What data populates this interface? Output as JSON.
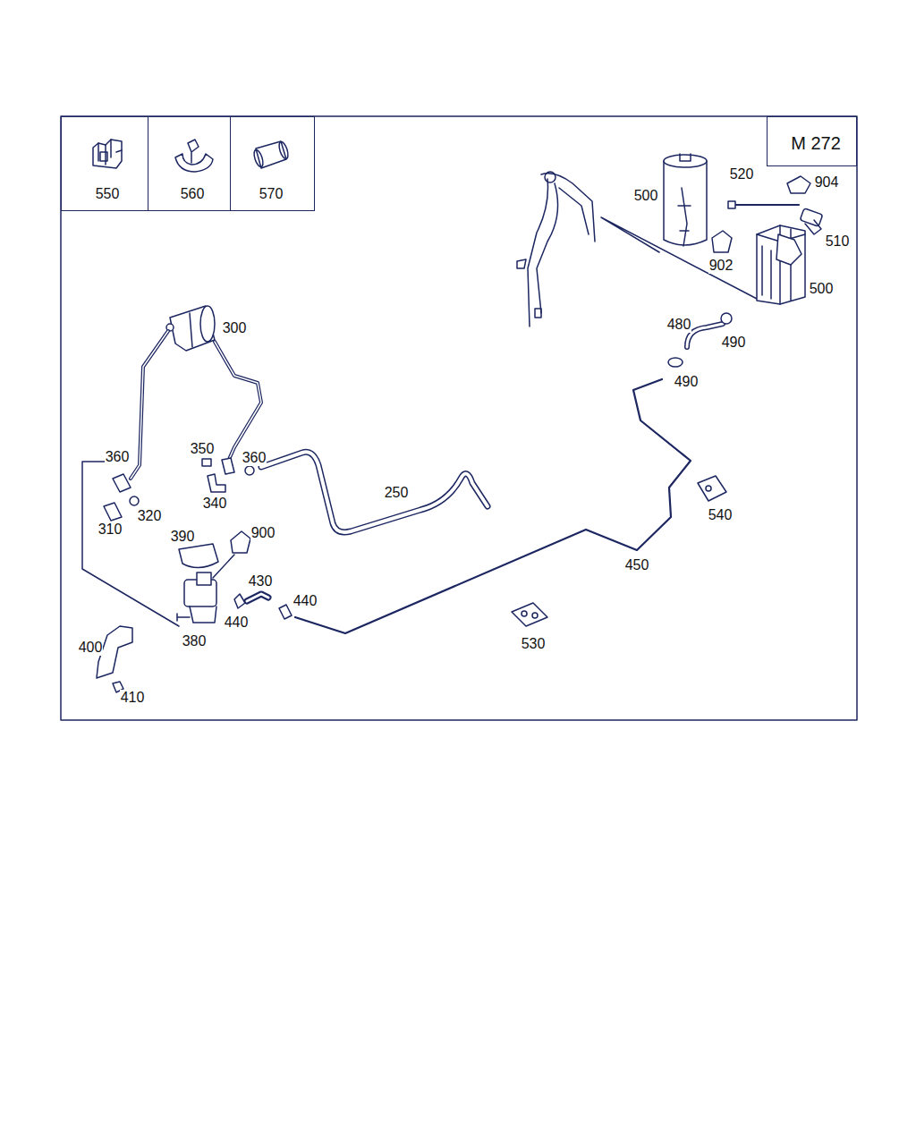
{
  "diagram": {
    "nodes": [
      {
        "text": [
          "550"
        ]
      },
      {
        "text": [
          "560"
        ]
      },
      {
        "text": [
          "570"
        ]
      },
      {
        "text": [
          "M 272"
        ]
      }
    ],
    "edges": [],
    "labels": [
      "520",
      "904",
      "500",
      "510",
      "902",
      "500",
      "300",
      "480",
      "490",
      "490",
      "360",
      "350",
      "360",
      "250",
      "540",
      "340",
      "320",
      "310",
      "390",
      "900",
      "450",
      "430",
      "440",
      "440",
      "380",
      "530",
      "400",
      "410"
    ]
  }
}
